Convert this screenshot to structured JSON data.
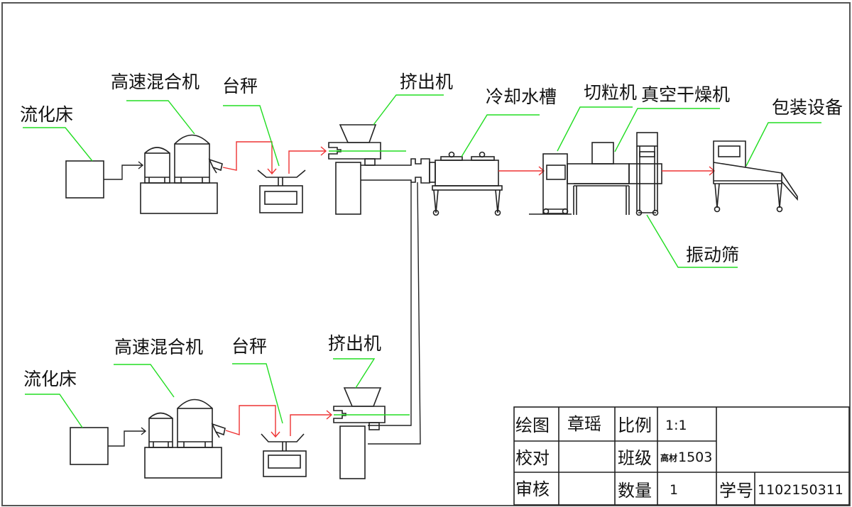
{
  "diagram": {
    "type": "process-flow",
    "title": "",
    "line_colors": {
      "equipment": "#222222",
      "leader": "#22dd22",
      "flow": "#ee3333",
      "feed": "#222222"
    },
    "upper_line": {
      "labels": {
        "fluidized_bed": "流化床",
        "high_speed_mixer": "高速混合机",
        "platform_scale": "台秤",
        "extruder": "挤出机",
        "cooling_tank": "冷却水槽",
        "pelletizer": "切粒机",
        "vacuum_dryer": "真空干燥机",
        "packaging": "包装设备",
        "vibrating_screen": "振动筛"
      }
    },
    "lower_line": {
      "labels": {
        "fluidized_bed": "流化床",
        "high_speed_mixer": "高速混合机",
        "platform_scale": "台秤",
        "extruder": "挤出机"
      }
    },
    "flow_sequence": [
      "流化床",
      "高速混合机",
      "台秤",
      "挤出机",
      "冷却水槽",
      "切粒机",
      "真空干燥机",
      "振动筛",
      "包装设备"
    ]
  },
  "title_block": {
    "rows": [
      {
        "label1": "绘图",
        "value1": "章瑶",
        "label2": "比例",
        "value2": "1:1"
      },
      {
        "label1": "校对",
        "value1": "",
        "label2": "班级",
        "value2_prefix": "高材",
        "value2": "1503"
      },
      {
        "label1": "审核",
        "value1": "",
        "label2": "数量",
        "value2": "1"
      }
    ],
    "student_id_label": "学号",
    "student_id": "1102150311"
  }
}
